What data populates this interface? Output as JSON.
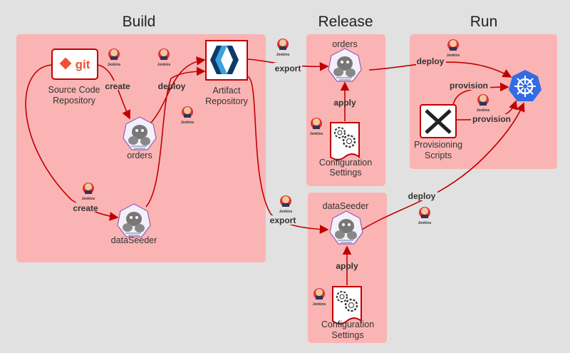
{
  "sections": {
    "build": "Build",
    "release": "Release",
    "run": "Run"
  },
  "nodes": {
    "git_logo": "git",
    "source_repo": [
      "Source Code",
      "Repository"
    ],
    "artifact_repo": [
      "Artifact",
      "Repository"
    ],
    "build_orders": "orders",
    "build_dataseeder": "dataSeeder",
    "release_orders": "orders",
    "release_dataseeder": "dataSeeder",
    "config_top": [
      "Configuration",
      "Settings"
    ],
    "config_bottom": [
      "Configuration",
      "Settings"
    ],
    "provisioning": [
      "Provisioning",
      "Scripts"
    ]
  },
  "edges": {
    "create1": "create",
    "create2": "create",
    "deploy1": "deploy",
    "export1": "export",
    "export2": "export",
    "apply1": "apply",
    "apply2": "apply",
    "deploy2": "deploy",
    "deploy3": "deploy",
    "provision1": "provision",
    "provision2": "provision"
  },
  "jenkins_label": "Jenkins",
  "colors": {
    "panel": "#fbb4b4",
    "edge": "#c00000",
    "kubernetes": "#326ce5",
    "git": "#f05133",
    "background": "#e1e1e1"
  }
}
